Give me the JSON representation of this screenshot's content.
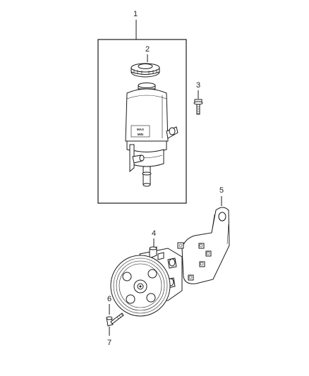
{
  "diagram": {
    "callouts": [
      {
        "id": "1",
        "label": "1"
      },
      {
        "id": "2",
        "label": "2"
      },
      {
        "id": "3",
        "label": "3"
      },
      {
        "id": "4",
        "label": "4"
      },
      {
        "id": "5",
        "label": "5"
      },
      {
        "id": "6",
        "label": "6"
      },
      {
        "id": "7",
        "label": "7"
      }
    ],
    "reservoir_markings": {
      "max": "MAX",
      "min": "MIN"
    }
  }
}
